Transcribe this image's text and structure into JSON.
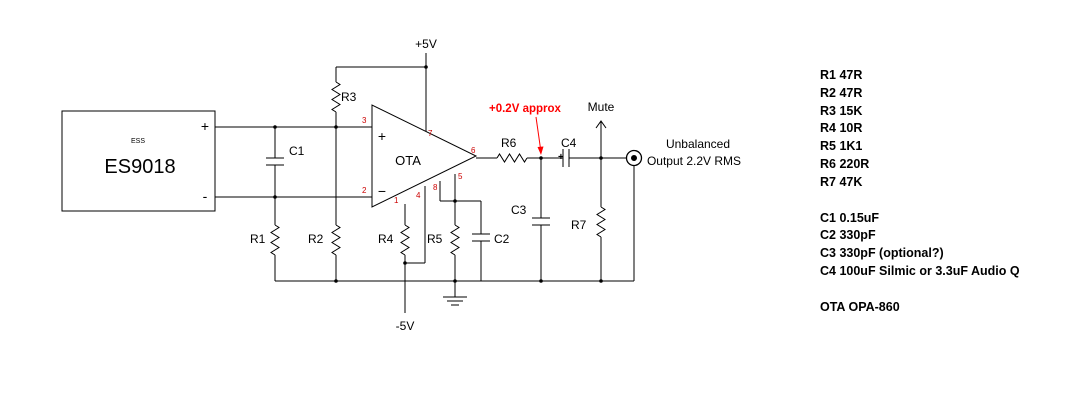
{
  "supply": {
    "pos": "+5V",
    "neg": "-5V"
  },
  "dac": {
    "brand": "ESS",
    "model": "ES9018",
    "plus": "+",
    "minus": "-"
  },
  "opamp": {
    "label": "OTA",
    "plus": "+",
    "minus": "−",
    "pins": {
      "p1": "1",
      "p2": "2",
      "p3": "3",
      "p4": "4",
      "p5": "5",
      "p6": "6",
      "p7": "7",
      "p8": "8"
    }
  },
  "labels": {
    "r1": "R1",
    "r2": "R2",
    "r3": "R3",
    "r4": "R4",
    "r5": "R5",
    "r6": "R6",
    "r7": "R7",
    "c1": "C1",
    "c2": "C2",
    "c3": "C3",
    "c4": "C4",
    "c4_plus": "+",
    "annotation": "+0.2V approx",
    "mute": "Mute",
    "output_line1": "Unbalanced",
    "output_line2": "Output 2.2V RMS"
  },
  "colors": {
    "annotation": "#ff0000",
    "pin_numbers": "#cc0000",
    "wire": "#000000"
  },
  "parts": {
    "resistors": [
      "R1  47R",
      "R2  47R",
      "R3  15K",
      "R4  10R",
      "R5  1K1",
      "R6  220R",
      "R7  47K"
    ],
    "capacitors": [
      "C1  0.15uF",
      "C2  330pF",
      "C3  330pF (optional?)",
      "C4  100uF Silmic or 3.3uF Audio Q"
    ],
    "ota": "OTA  OPA-860"
  }
}
